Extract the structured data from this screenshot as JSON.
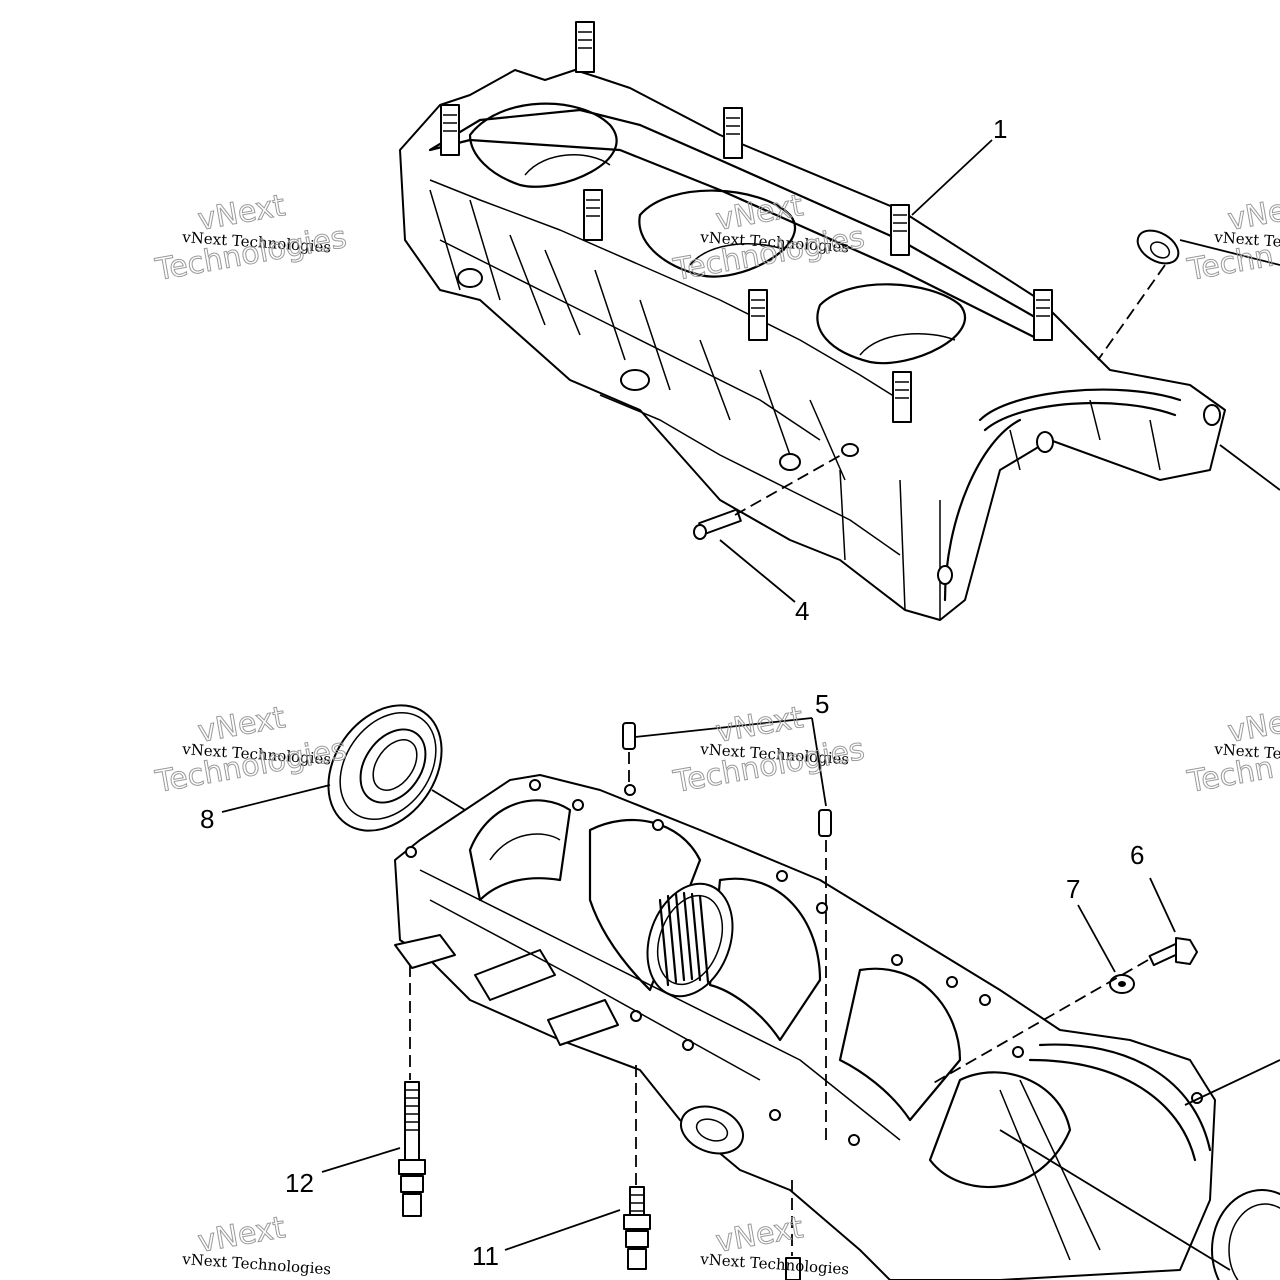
{
  "diagram": {
    "callouts": [
      {
        "id": "1",
        "label": "1"
      },
      {
        "id": "4",
        "label": "4"
      },
      {
        "id": "5",
        "label": "5"
      },
      {
        "id": "6",
        "label": "6"
      },
      {
        "id": "7",
        "label": "7"
      },
      {
        "id": "8",
        "label": "8"
      },
      {
        "id": "11",
        "label": "11"
      },
      {
        "id": "12",
        "label": "12"
      }
    ],
    "watermark": {
      "line_small": "vNext Technologies",
      "line_top": "vNext",
      "line_bottom": "Technologies",
      "line_small_cut": "vNext Te",
      "line_top_cut": "vNe",
      "line_bottom_cut": "Techn"
    }
  }
}
